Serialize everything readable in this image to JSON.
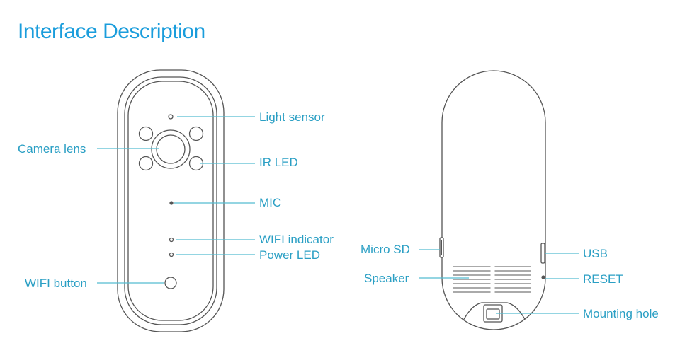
{
  "title": "Interface Description",
  "colors": {
    "title": "#1a9ddc",
    "label": "#2a9fc4",
    "leader": "#55bcd0",
    "outline": "#555555"
  },
  "front_labels": {
    "light_sensor": "Light sensor",
    "camera_lens": "Camera lens",
    "ir_led": "IR LED",
    "mic": "MIC",
    "wifi_indicator": "WIFI indicator",
    "power_led": "Power LED",
    "wifi_button": "WIFI button"
  },
  "back_labels": {
    "micro_sd": "Micro SD",
    "speaker": "Speaker",
    "usb": "USB",
    "reset": "RESET",
    "mounting_hole": "Mounting hole"
  }
}
